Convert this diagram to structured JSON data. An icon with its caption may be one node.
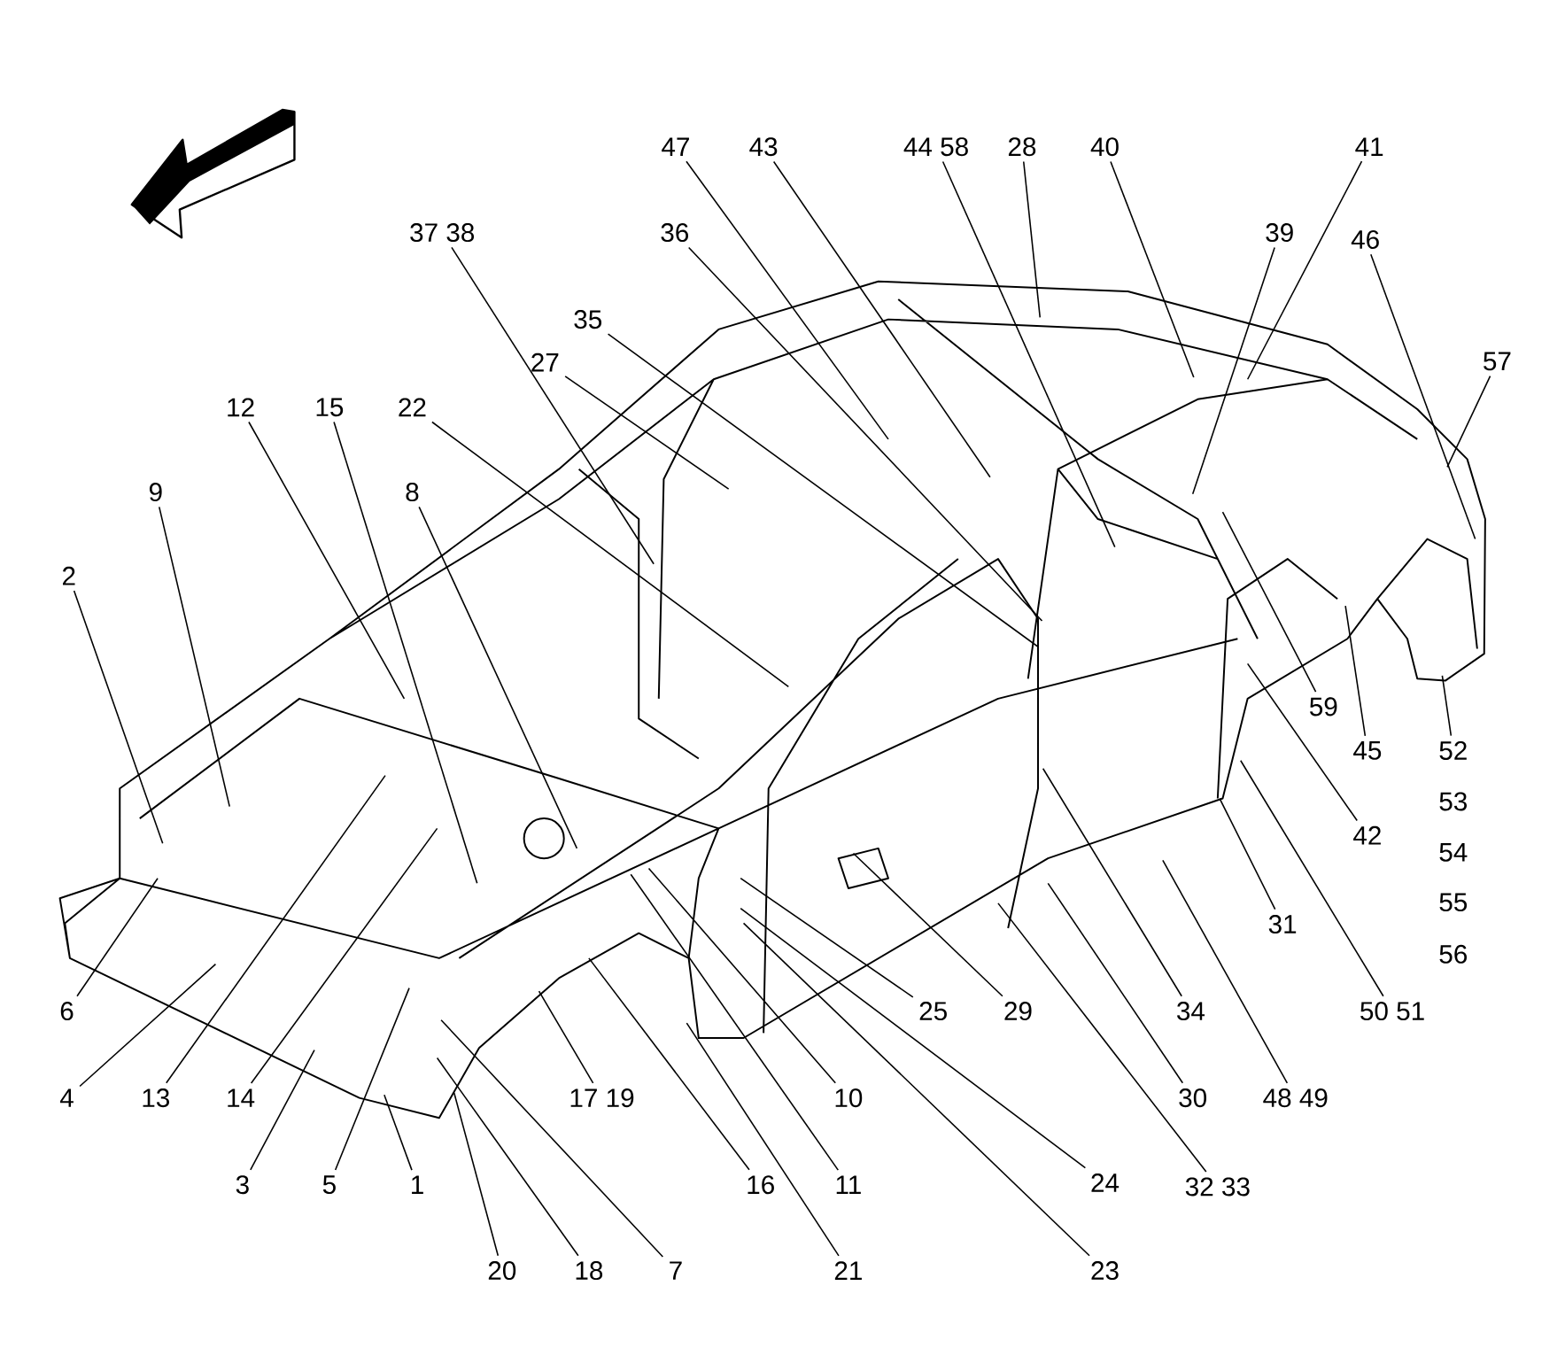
{
  "diagram": {
    "nodes": [
      {
        "text": [
          "47"
        ]
      },
      {
        "text": [
          "43"
        ]
      },
      {
        "text": [
          "44 58"
        ]
      },
      {
        "text": [
          "28"
        ]
      },
      {
        "text": [
          "40"
        ]
      },
      {
        "text": [
          "41"
        ]
      },
      {
        "text": [
          "37 38"
        ]
      },
      {
        "text": [
          "36"
        ]
      },
      {
        "text": [
          "39"
        ]
      },
      {
        "text": [
          "46"
        ]
      },
      {
        "text": [
          "35"
        ]
      },
      {
        "text": [
          "57"
        ]
      },
      {
        "text": [
          "27"
        ]
      },
      {
        "text": [
          "12"
        ]
      },
      {
        "text": [
          "15"
        ]
      },
      {
        "text": [
          "22"
        ]
      },
      {
        "text": [
          "9"
        ]
      },
      {
        "text": [
          "8"
        ]
      },
      {
        "text": [
          "2"
        ]
      },
      {
        "text": [
          "59"
        ]
      },
      {
        "text": [
          "45"
        ]
      },
      {
        "text": [
          "52"
        ]
      },
      {
        "text": [
          "42"
        ]
      },
      {
        "text": [
          "6"
        ]
      },
      {
        "text": [
          "4"
        ]
      },
      {
        "text": [
          "13"
        ]
      },
      {
        "text": [
          "14"
        ]
      },
      {
        "text": [
          "3"
        ]
      },
      {
        "text": [
          "5"
        ]
      },
      {
        "text": [
          "1"
        ]
      },
      {
        "text": [
          "20"
        ]
      },
      {
        "text": [
          "18"
        ]
      },
      {
        "text": [
          "7"
        ]
      },
      {
        "text": [
          "17 19"
        ]
      },
      {
        "text": [
          "16"
        ]
      },
      {
        "text": [
          "11"
        ]
      },
      {
        "text": [
          "21"
        ]
      },
      {
        "text": [
          "10"
        ]
      },
      {
        "text": [
          "25"
        ]
      },
      {
        "text": [
          "29"
        ]
      },
      {
        "text": [
          "24"
        ]
      },
      {
        "text": [
          "23"
        ]
      },
      {
        "text": [
          "32 33"
        ]
      },
      {
        "text": [
          "30"
        ]
      },
      {
        "text": [
          "34"
        ]
      },
      {
        "text": [
          "48 49"
        ]
      },
      {
        "text": [
          "31"
        ]
      },
      {
        "text": [
          "50 51"
        ]
      }
    ],
    "edges": [
      {
        "from": 0,
        "to": null,
        "arrow": "none"
      },
      {
        "from": 1,
        "to": null,
        "arrow": "none"
      },
      {
        "from": 2,
        "to": null,
        "arrow": "none"
      },
      {
        "from": 3,
        "to": null,
        "arrow": "none"
      },
      {
        "from": 4,
        "to": null,
        "arrow": "none"
      },
      {
        "from": 5,
        "to": null,
        "arrow": "none"
      },
      {
        "from": 6,
        "to": null,
        "arrow": "none"
      },
      {
        "from": 7,
        "to": null,
        "arrow": "none"
      },
      {
        "from": 8,
        "to": null,
        "arrow": "none"
      },
      {
        "from": 9,
        "to": null,
        "arrow": "none"
      },
      {
        "from": 10,
        "to": null,
        "arrow": "none"
      },
      {
        "from": 11,
        "to": null,
        "arrow": "none"
      },
      {
        "from": 12,
        "to": null,
        "arrow": "none"
      },
      {
        "from": 13,
        "to": null,
        "arrow": "none"
      },
      {
        "from": 14,
        "to": null,
        "arrow": "none"
      },
      {
        "from": 15,
        "to": null,
        "arrow": "none"
      },
      {
        "from": 16,
        "to": null,
        "arrow": "none"
      },
      {
        "from": 17,
        "to": null,
        "arrow": "none"
      },
      {
        "from": 18,
        "to": null,
        "arrow": "none"
      },
      {
        "from": 19,
        "to": null,
        "arrow": "none"
      },
      {
        "from": 20,
        "to": null,
        "arrow": "none"
      },
      {
        "from": 21,
        "to": null,
        "arrow": "none"
      },
      {
        "from": 22,
        "to": null,
        "arrow": "none"
      },
      {
        "from": 23,
        "to": null,
        "arrow": "none"
      },
      {
        "from": 24,
        "to": null,
        "arrow": "none"
      },
      {
        "from": 25,
        "to": null,
        "arrow": "none"
      },
      {
        "from": 26,
        "to": null,
        "arrow": "none"
      },
      {
        "from": 27,
        "to": null,
        "arrow": "none"
      },
      {
        "from": 28,
        "to": null,
        "arrow": "none"
      },
      {
        "from": 29,
        "to": null,
        "arrow": "none"
      },
      {
        "from": 30,
        "to": null,
        "arrow": "none"
      },
      {
        "from": 31,
        "to": null,
        "arrow": "none"
      },
      {
        "from": 32,
        "to": null,
        "arrow": "none"
      },
      {
        "from": 33,
        "to": null,
        "arrow": "none"
      },
      {
        "from": 34,
        "to": null,
        "arrow": "none"
      },
      {
        "from": 35,
        "to": null,
        "arrow": "none"
      },
      {
        "from": 36,
        "to": null,
        "arrow": "none"
      },
      {
        "from": 37,
        "to": null,
        "arrow": "none"
      },
      {
        "from": 38,
        "to": null,
        "arrow": "none"
      },
      {
        "from": 39,
        "to": null,
        "arrow": "none"
      },
      {
        "from": 40,
        "to": null,
        "arrow": "none"
      },
      {
        "from": 41,
        "to": null,
        "arrow": "none"
      },
      {
        "from": 42,
        "to": null,
        "arrow": "none"
      },
      {
        "from": 43,
        "to": null,
        "arrow": "none"
      },
      {
        "from": 44,
        "to": null,
        "arrow": "none"
      },
      {
        "from": 45,
        "to": null,
        "arrow": "none"
      },
      {
        "from": 46,
        "to": null,
        "arrow": "none"
      },
      {
        "from": 47,
        "to": null,
        "arrow": "none"
      }
    ],
    "labels": [
      "53",
      "54",
      "55",
      "56"
    ]
  }
}
